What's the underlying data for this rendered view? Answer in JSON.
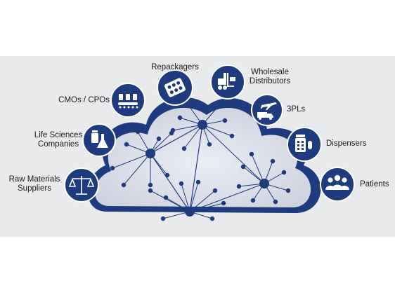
{
  "stakeholders": {
    "repackagers": "Repackagers",
    "wholesale_distributors": [
      "Wholesale",
      "Distributors"
    ],
    "cmos_cpos": "CMOs / CPOs",
    "three_pls": "3PLs",
    "life_sciences": [
      "Life Sciences",
      "Companies"
    ],
    "dispensers": "Dispensers",
    "raw_materials": [
      "Raw Materials",
      "Suppliers"
    ],
    "patients": "Patients"
  },
  "icons": {
    "repackagers": "pill-blister-icon",
    "wholesale_distributors": "forklift-icon",
    "cmos_cpos": "conveyor-bottles-icon",
    "three_pls": "truck-plane-icon",
    "life_sciences": "flask-bottle-icon",
    "dispensers": "pill-bottle-icon",
    "raw_materials": "scales-icon",
    "patients": "people-icon"
  },
  "colors": {
    "navy": "#1f3b7e",
    "cloud_fill": "#d9dbe6",
    "node": "#1f3b7e",
    "line": "#1f3b7e",
    "background_band": "#e9eaec"
  }
}
